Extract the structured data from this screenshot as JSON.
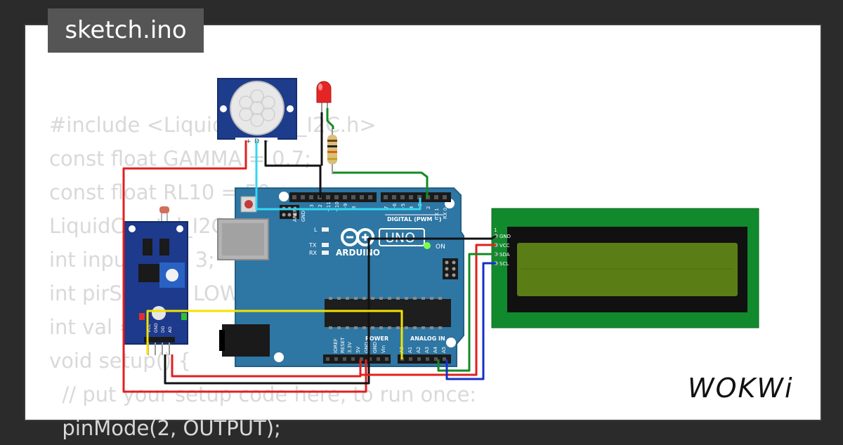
{
  "tab": {
    "filename": "sketch.ino"
  },
  "code_lines": [
    "#include <LiquidCrystal_I2C.h>",
    "const float GAMMA = 0.7;",
    "const float RL10 = 50;",
    "LiquidCrystal_I2C",
    "int inputPin = 3;",
    "int pirState = LOW;",
    "int val = 0;",
    "void setup() {",
    "  // put your setup code here, to run once:",
    "  pinMode(2, OUTPUT);"
  ],
  "pir": {
    "pin_labels": [
      "+",
      "D",
      "−"
    ]
  },
  "arduino": {
    "brand": "ARDUINO",
    "model": "UNO",
    "digital_label": "DIGITAL (PWM ~)",
    "power_label": "POWER",
    "analog_label": "ANALOG IN",
    "on_label": "ON",
    "l_label": "L",
    "tx_label": "TX",
    "rx_label": "RX",
    "top_pin_labels": [
      "AREF",
      "GND",
      "13",
      "12",
      "~11",
      "~10",
      "~9",
      "8",
      "7",
      "~6",
      "~5",
      "4",
      "~3",
      "2",
      "TX 1",
      "RX 0"
    ],
    "bottom_pin_labels": [
      "IOREF",
      "RESET",
      "3.3V",
      "5V",
      "GND",
      "GND",
      "Vin",
      "A0",
      "A1",
      "A2",
      "A3",
      "A4",
      "A5"
    ]
  },
  "lcd": {
    "pin_labels": [
      "GND",
      "VCC",
      "SDA",
      "SCL"
    ],
    "pin1": "1"
  },
  "sensor_module": {
    "pin_labels": [
      "VCC",
      "GND",
      "DO",
      "AO"
    ]
  },
  "logo": {
    "text": "WOKWi"
  },
  "colors": {
    "background": "#ffffff",
    "board": "#2e76a3",
    "lcd_pcb": "#118a2d",
    "lcd_screen": "#5b7d16",
    "module": "#1d3a8c",
    "wire_red": "#e0201f",
    "wire_black": "#111111",
    "wire_green": "#138a23",
    "wire_blue": "#1530c8",
    "wire_yellow": "#f2e300",
    "wire_cyan": "#33d7f2"
  }
}
